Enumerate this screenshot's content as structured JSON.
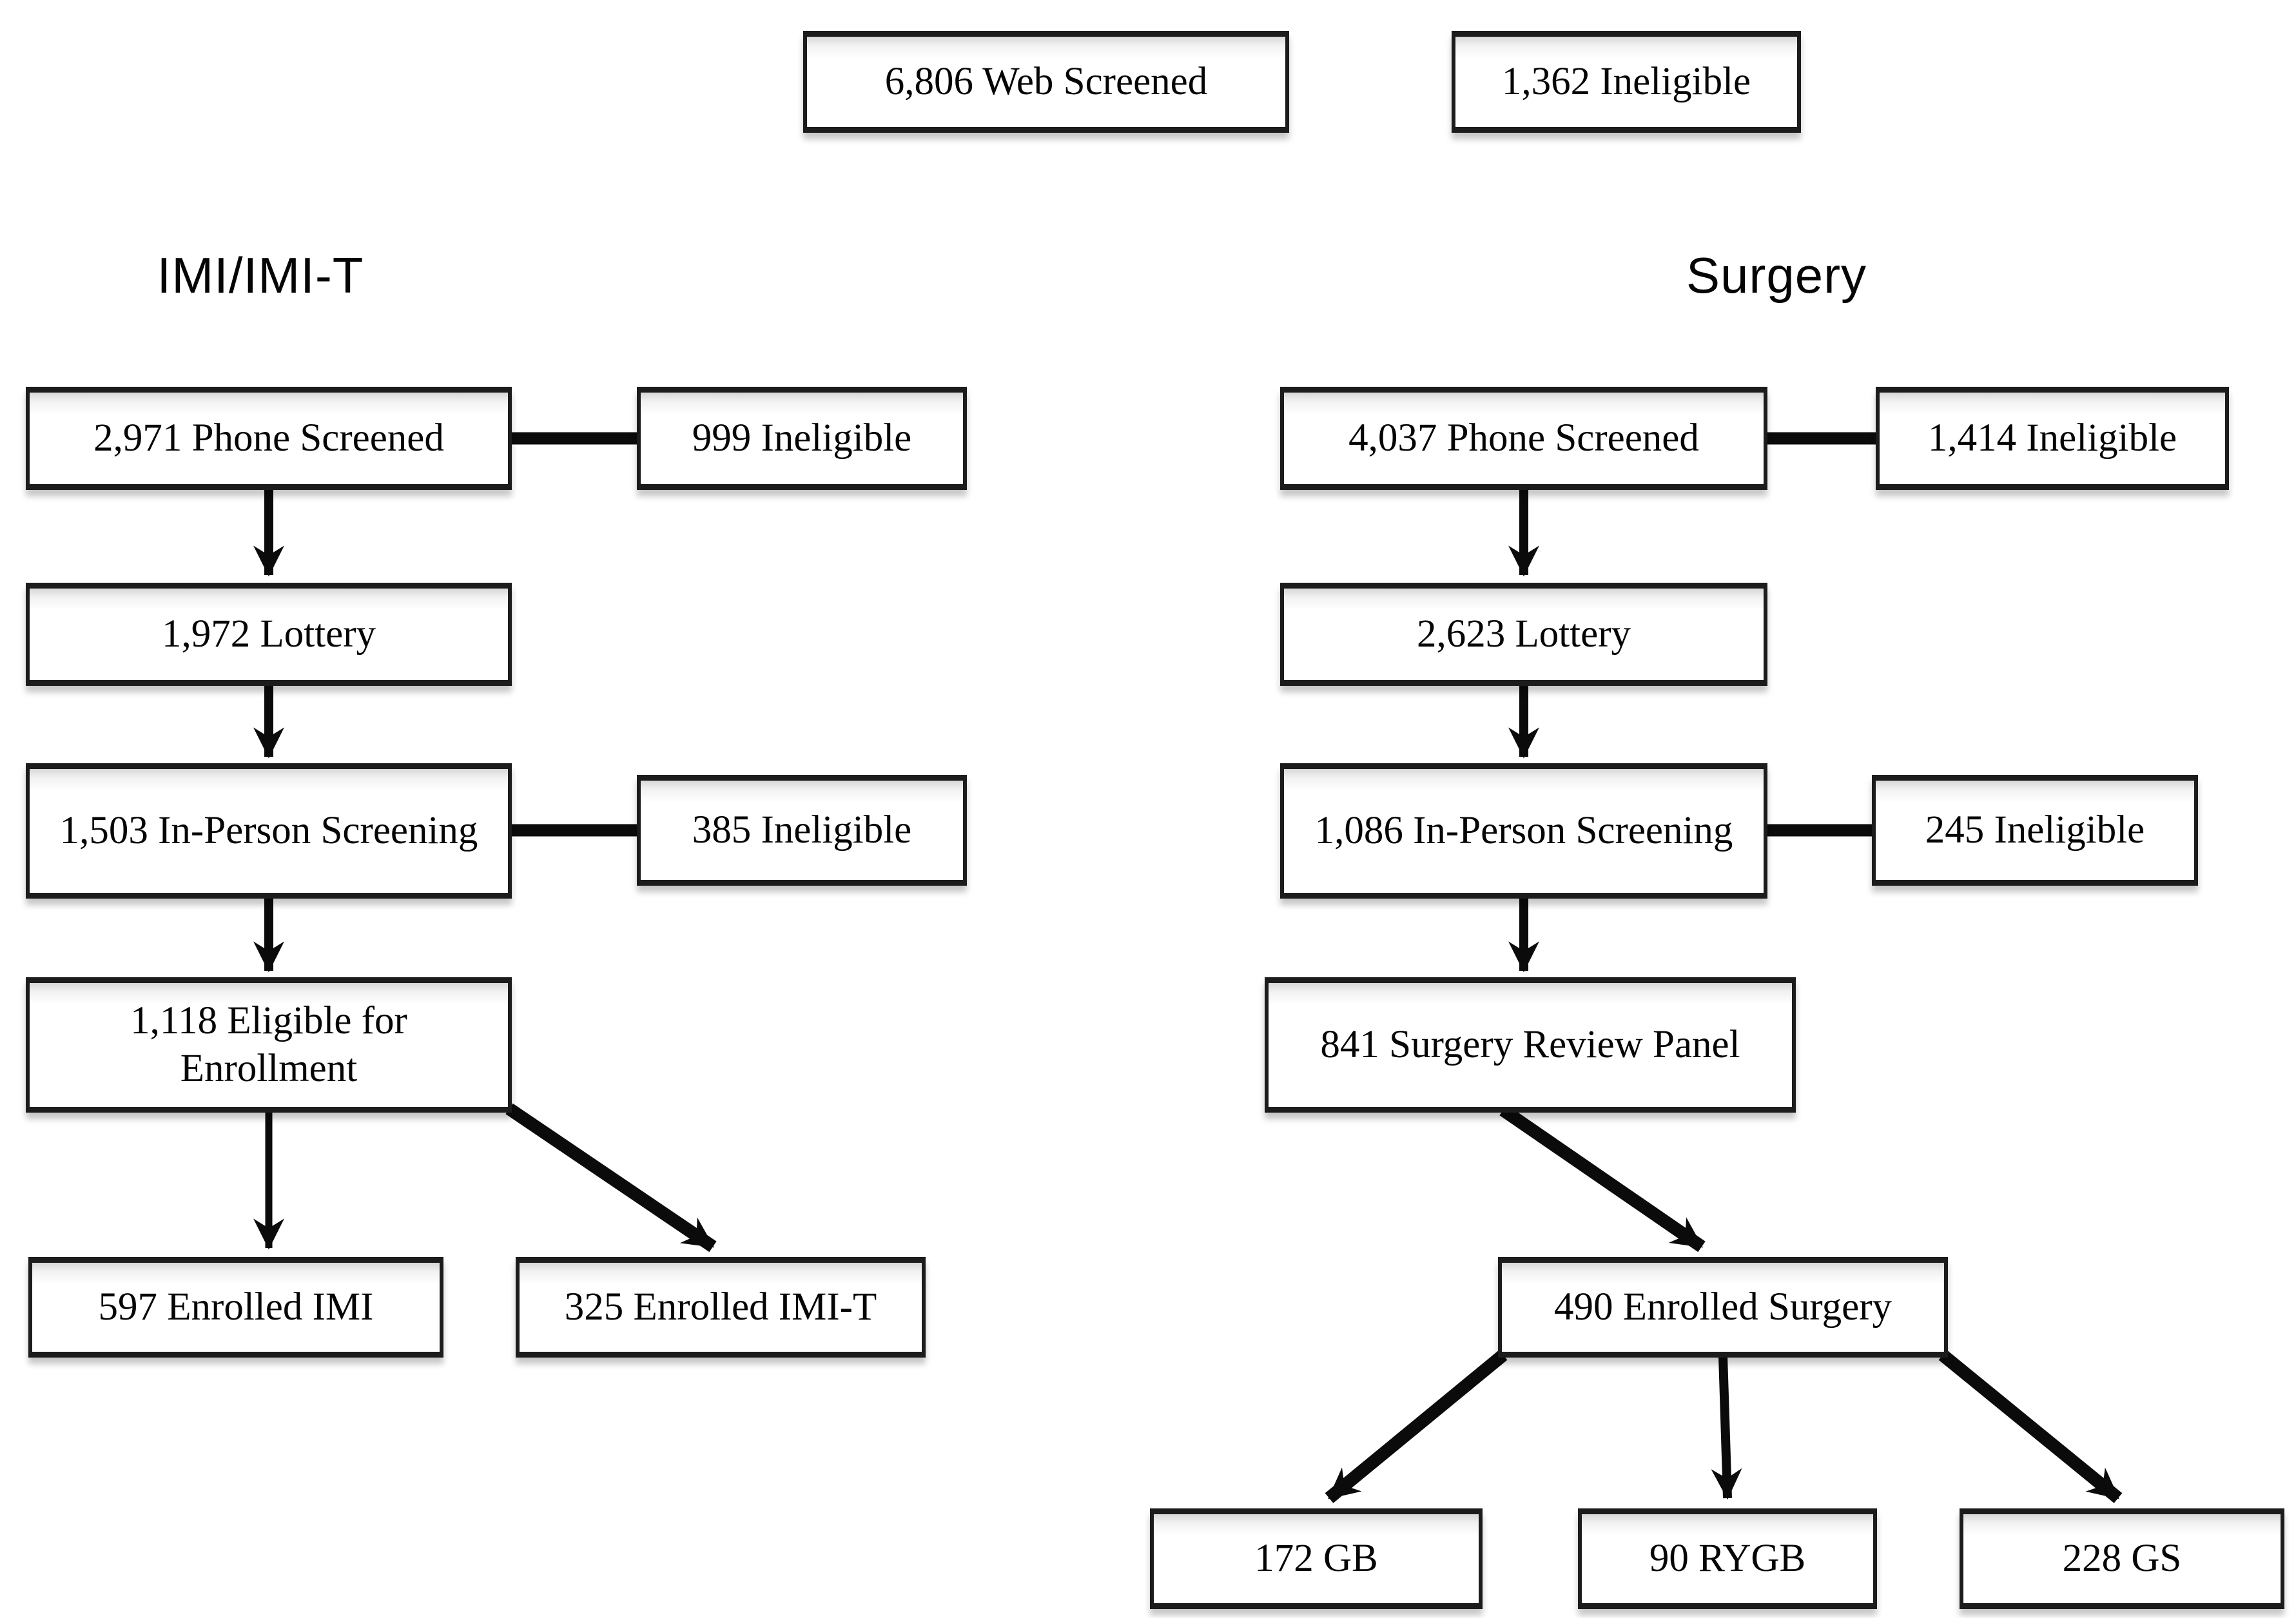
{
  "top": {
    "web_screened": "6,806 Web Screened",
    "ineligible": "1,362 Ineligible"
  },
  "imi": {
    "title": "IMI/IMI-T",
    "phone_screened": "2,971 Phone Screened",
    "phone_ineligible": "999 Ineligible",
    "lottery": "1,972 Lottery",
    "in_person_screening": "1,503 In-Person Screening",
    "in_person_ineligible": "385 Ineligible",
    "eligible_for_enrollment": "1,118 Eligible for Enrollment",
    "enrolled_imi": "597 Enrolled IMI",
    "enrolled_imi_t": "325 Enrolled IMI-T"
  },
  "surgery": {
    "title": "Surgery",
    "phone_screened": "4,037 Phone Screened",
    "phone_ineligible": "1,414 Ineligible",
    "lottery": "2,623 Lottery",
    "in_person_screening": "1,086 In-Person Screening",
    "in_person_ineligible": "245 Ineligible",
    "review_panel": "841 Surgery Review Panel",
    "enrolled": "490 Enrolled Surgery",
    "gb": "172 GB",
    "rygb": "90 RYGB",
    "gs": "228 GS"
  },
  "colors": {
    "box_border": "#1c1c1c",
    "arrow": "#0b0b0b",
    "text": "#050505",
    "background": "#ffffff"
  }
}
